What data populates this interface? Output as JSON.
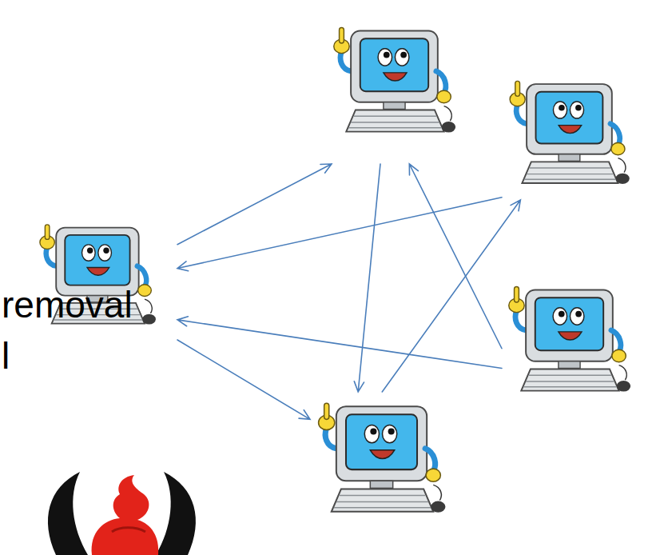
{
  "diagram": {
    "nodes": [
      {
        "text": []
      },
      {
        "text": []
      },
      {
        "text": []
      },
      {
        "text": []
      },
      {
        "text": []
      }
    ],
    "edges": [
      {
        "from": 2,
        "to": 0,
        "arrow": "to"
      },
      {
        "from": 1,
        "to": 2,
        "arrow": "to"
      },
      {
        "from": 3,
        "to": 2,
        "arrow": "to"
      },
      {
        "from": 2,
        "to": 4,
        "arrow": "to"
      },
      {
        "from": 0,
        "to": 4,
        "arrow": "to"
      },
      {
        "from": 4,
        "to": 1,
        "arrow": "to"
      },
      {
        "from": 3,
        "to": 0,
        "arrow": "to"
      }
    ],
    "labels": [
      "removal",
      "l"
    ]
  }
}
